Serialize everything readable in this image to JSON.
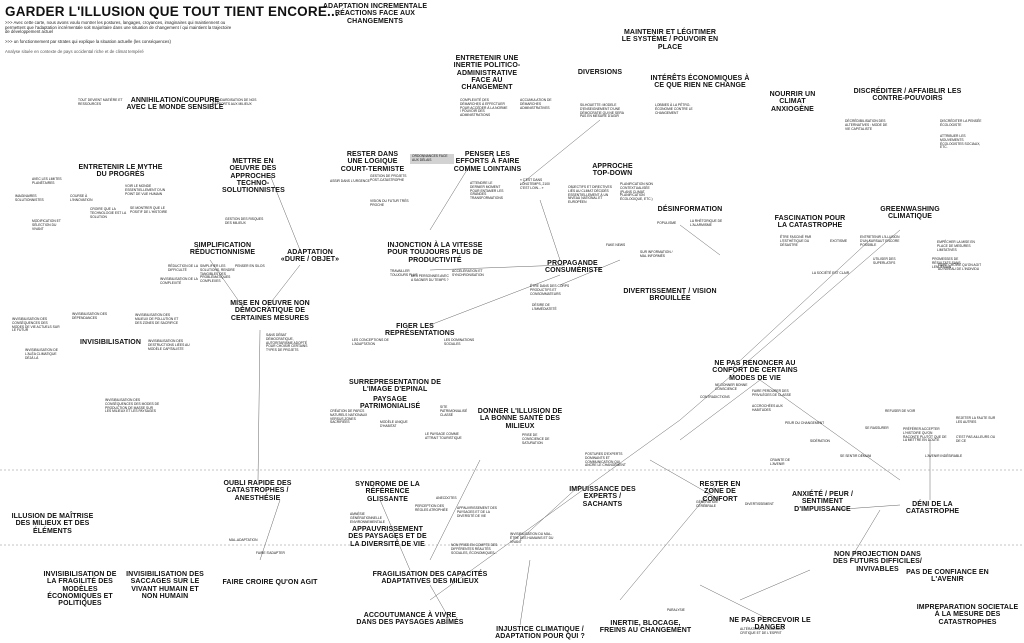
{
  "header": {
    "title": "GARDER L'ILLUSION QUE TOUT TIENT ENCORE...",
    "lines": [
      ">>> Avec cette carte, nous avons voulu montrer les postures, langages, croyances, imaginaires qui maintiennent ou permettent que l'adaptation incrémentale soit majoritaire dans une situation de changement / qui maintient la trajectoire de développement actuel",
      ">>> un fonctionnement par strates qui explique la situation actuelle (les conséquences)",
      "Analyse située en contexte de pays occidental riche et de climat tempéré"
    ]
  },
  "nodes": {
    "adaptation_incrementale": "ADAPTATION INCREMENTALE RÉACTIONS FACE AUX CHANGEMENTS",
    "annihilation": "ANNIHILATION/COUPURE AVEC LE MONDE SENSIBLE",
    "entretenir_inertie": "ENTRETENIR UNE INERTIE POLITICO-ADMINISTRATIVE FACE AU CHANGEMENT",
    "diversions": "DIVERSIONS",
    "maintenir_legitimer": "MAINTENIR ET LÉGITIMER LE SYSTÈME / POUVOIR EN PLACE",
    "interets_economiques": "INTÉRÊTS ÉCONOMIQUES À CE QUE RIEN NE CHANGE",
    "nourrir_climat": "NOURRIR UN CLIMAT ANXIOGÈNE",
    "discrediter": "DISCRÉDITER / AFFAIBLIR LES CONTRE-POUVOIRS",
    "entretenir_mythe": "ENTRETENIR LE MYTHE DU PROGRÈS",
    "mettre_en_oeuvre_techno": "METTRE EN OEUVRE DES APPROCHES TECHNO-SOLUTIONNISTES",
    "rester_court_terme": "RESTER DANS UNE LOGIQUE COURT-TERMISTE",
    "penser_efforts": "PENSER LES EFFORTS À FAIRE COMME LOINTAINS",
    "approche_top_down": "APPROCHE TOP-DOWN",
    "fascination": "FASCINATION POUR LA CATASTROPHE",
    "greenwashing": "GREENWASHING CLIMATIQUE",
    "desinformation": "DÉSINFORMATION",
    "simplification": "SIMPLIFICATION RÉDUCTIONNISME",
    "adaptation_dure": "ADAPTATION «DURE / OBJET»",
    "injonction_vitesse": "INJONCTION À LA VITESSE POUR TOUJOURS PLUS DE PRODUCTIVITÉ",
    "propagande": "PROPAGANDE CONSUMÉRISTE",
    "divertissement": "DIVERTISSEMENT / VISION BROUILLÉE",
    "mise_en_oeuvre_non_democratique": "MISE EN OEUVRE NON DÉMOCRATIQUE DE CERTAINES MESURES",
    "invisibilisation": "INVISIBILISATION",
    "figer": "FIGER LES REPRÉSENTATIONS",
    "ne_pas_renoncer": "NE PAS RENONCER AU CONFORT DE CERTAINS MODES DE VIE",
    "surrepresentation": "SURREPRESENTATION DE L'IMAGE D'EPINAL",
    "paysage_patrimonialise": "PAYSAGE PATRIMONIALISÉ",
    "donner_illusion": "DONNER L'ILLUSION DE LA BONNE SANTÉ DES MILIEUX",
    "oubli_rapide": "OUBLI RAPIDE DES CATASTROPHES / ANESTHÉSIE",
    "syndrome": "SYNDROME DE LA RÉFÉRENCE GLISSANTE",
    "impuissance": "IMPUISSANCE DES EXPERTS / SACHANTS",
    "rester_zone_confort": "RESTER EN ZONE DE CONFORT",
    "anxiete": "ANXIÉTÉ / PEUR / SENTIMENT D'IMPUISSANCE",
    "deni": "DÉNI DE LA CATASTROPHE",
    "illusion_maitrise": "ILLUSION DE MAÎTRISE DES MILIEUX ET DES ÉLÉMENTS",
    "appauvrissement": "APPAUVRISSEMENT DES PAYSAGES ET DE LA DIVERSITÉ DE VIE",
    "non_projection": "NON PROJECTION DANS DES FUTURS DIFFICILES/ INVIVABLES",
    "pas_confiance": "PAS DE CONFIANCE EN L'AVENIR",
    "invisibilisation_fragilite": "INVISIBILISATION DE LA FRAGILITÉ DES MODÈLES ÉCONOMIQUES ET POLITIQUES",
    "invisibilisation_saccages": "INVISIBILISATION DES SACCAGES SUR LE VIVANT HUMAIN ET NON HUMAIN",
    "faire_croire": "FAIRE CROIRE QU'ON AGIT",
    "fragilisation": "FRAGILISATION DES CAPACITÉS ADAPTATIVES DES MILIEUX",
    "accoutumance": "ACCOUTUMANCE À VIVRE DANS DES PAYSAGES ABÎMÉS",
    "injustice": "INJUSTICE CLIMATIQUE / ADAPTATION POUR QUI ?",
    "inertie_blocage": "INERTIE, BLOCAGE, FREINS AU CHANGEMENT",
    "ne_pas_percevoir": "NE PAS PERCEVOIR LE DANGER",
    "impreparation": "IMPREPARATION SOCIETALE À LA MESURE DES CATASTROPHES"
  },
  "notes": {
    "tout_devient_matiere": "TOUT DEVIENT MATIÈRE ET RESSOURCES",
    "standardisation": "STANDARDISATION DE NOS RAPPORTS AUX MILIEUX",
    "complexite_demarches": "COMPLEXITÉ DES DÉMARCHES À EFFECTUER POUR ACCÉDER À LA NORME / POUVOIR DES ADMINISTRATIONS",
    "accumulation": "ACCUMULATION DE DÉMARCHES ADMINISTRATIVES",
    "silhouette": "SILHOUETTE: MODELE D'ENSEIGNEMENT D'UNE DÉMOCRATIE QUI NE SERA PAS EN MESURE D'AGIR",
    "lobbies": "LOBBIES À LA PÉTRO-ÉCONOMIE CONTRE LE CHANGEMENT",
    "decredibilisation": "DÉCRÉDIBILISATION DES ALTERNATIVES : MODE DE VIE CAPITALISTE",
    "discrediter_pensee": "DISCRÉDITER LA PENSÉE ÉCOLOGISTE",
    "attribuer": "ATTRIBUER LES MOUVEMENTS ÉCOLOGISTES SOCIAUX, ETC.",
    "limites_planetaires": "AVEC LES LIMITES PLANÉTAIRES",
    "imaginaires": "IMAGINAIRES SOLUTIONNISTES",
    "courses_innovation": "COURSE À L'INNOVATION",
    "vision_monde": "VOIR LE MONDE ESSENTIELLEMENT D'UN POINT DE VUE HUMAIN",
    "modification": "MODIFICATION ET SÉLECTION DU VIVANT",
    "croire_technologie": "CROIRE QUE LA TECHNOLOGIE EST LA SOLUTION",
    "se_montrer": "SE MONTRER QUE LE POSITIF DE L'HISTOIRE",
    "gestion_risques": "GESTION DES RISQUES DES MILIEUX",
    "mesures_urgence": "ASSIR DANS L'URGENCE",
    "gestion_projets": "GESTION DE PROJETS POST-CATASTROPHE",
    "vision_futur": "VISION DU FUTUR TRÈS PROCHE",
    "ordonnances": "ORDONNANCES FACE AUX DÉLAIS",
    "attendre": "ATTENDRE LE DERNIER MOMENT POUR ENTAMER LES GRANDES TRANSFORMATIONS",
    "cest_dans": "« C'EST DANS LONGTEMPS, 2100 C'EST LOIN... »",
    "objectifs": "OBJECTIFS ET DIRECTIVES LIÉS AU CLIMAT DÉCIDÉS ESSENTIELLEMENT À UN NIVEAU NATIONAL ET EUROPÉEN",
    "planification": "PLANIFICATION NON CONTEXTUALISÉE (PLANS CLIMAT, PLANIFICATION ÉCOLOGIQUE, ETC.)",
    "entretenir_illusion": "ENTRETENIR L'ILLUSION D'UN SURSAUT ENCORE POSSIBLE",
    "empecher": "EMPÊCHER LA MISE EN PLACE DE MESURES LIMITATIVES",
    "faire_croire_quon": "FAIRE CROIRE QU'ON AGIT AU NIVEAU DE L'INDIVIDU",
    "populisme": "POPULISME",
    "rhetorique": "LA RHÉTORIQUE DE L'ALARMISME",
    "fake_news": "FAKE NEWS",
    "sur_information": "SUR INFORMATION / MAL INFORMÉS",
    "etre_fascine": "ÊTRE FASCINÉ PAR L'ESTHÉTIQUE DU DÉSASTRE",
    "exotisme": "EXOTISME",
    "utiliser_superlatifs": "UTILISER DES SUPERLATIFS",
    "promesses": "PROMESSES DE RÉSULTATS SANS LENDEMAIN",
    "reduction_difficulte": "RÉDUCTION DE LA DIFFICULTÉ",
    "simplifier_solutions": "SIMPLIFIER LES SOLUTIONS, RENDRE TANGIBLES DES PROBLÉMATIQUES COMPLEXES",
    "penser_silos": "PENSER EN SILOS",
    "invisibilisation_complexite": "INVISIBILISATION DE LA COMPLEXITÉ",
    "travailler": "TRAVAILLER TOUJOURS PLUS",
    "des_personnes": "DES PERSONNES AVEC A SAGNER DU TEMPS ?",
    "acceleration": "ACCÉLÉRATION ET SYNCHRONISATION",
    "etre_dans": "ÊTRE DANS DES CORPS PRODUCTIFS ET CONSOMMATEURS",
    "desire": "DÉSIRE DE L'IMMÉDIATETÉ",
    "invisibilisation_consequences": "INVISIBILISATION DES CONSÉQUENCES DES MODES DE VIE ACTUELS SUR LE FUTUR",
    "invisibilisation_dependances": "INVISIBILISATION DES DÉPENDANCES",
    "invisibilisation_milieux": "INVISIBILISATION DES MILIEUX DE POLLUTION ET DES ZONES DE SACRIFICE",
    "invisibilisation_destructions": "INVISIBILISATION DES DESTRUCTIONS LIÉES AU MODÈLE CAPITALISTE",
    "invisibilisation_alea": "INVISIBILISATION DE L'ALÉA CLIMATIQUE DÉJÀ LÀ",
    "sans_debat": "SANS DÉBAT DÉMOCRATIQUE, AUTORITARISME ADOPTÉ POUR CHOISIR CERTAINS TYPES DE PROJETS",
    "les_conceptions": "LES CONCEPTIONS DE L'ADAPTATION",
    "les_dominations": "LES DOMINATIONS SOCIALES",
    "invisibilisation_consequences_production": "INVISIBILISATION DES CONSÉQUENCES DES MODES DE PRODUCTION DE MASSE SUR LES MILIEUX ET LES PAYSAGES",
    "creation_parcs": "CRÉATION DE PARCS NATURELS NATIONAUX VERSUS ZONES SACRIFIÉES",
    "site_patrimonial": "SITE PATRIMONIALISÉ CLASSÉ",
    "modele_unique": "MODÈLE UNIQUE D'HABITAT",
    "paysage_comme": "LE PAYSAGE COMME ATTRAIT TOURISTIQUE",
    "prise_conscience": "PRISE DE CONSCIENCE DE SATURATION",
    "ne_donner_conscience": "NE DONNER BONNE CONSCIENCE",
    "contradictions": "CONTRADICTIONS",
    "faire_perdurer": "FAIRE PERDURER DES PRIVILÈGES DE CLASSE",
    "accrochees": "ACCROCHÉES AUX HABITUDES",
    "refuse_de_voir": "REFUSER DE VOIR",
    "peur_changement": "PEUR DU CHANGEMENT",
    "se_rassurer": "SE RASSURER",
    "preferer_accepter": "PRÉFÉRER ACCEPTER L'HISTOIRE QU'ON RACONTE PLUTÔT QUE DE LA METTRE EN DOUTE",
    "rejeter_faute": "REJETER LA FAUTE SUR LES AUTRES",
    "cest_pas_ailleurs": "C'EST PAS AILLEURS OU DE CE",
    "sidération": "SIDÉRATION",
    "se_sentir_demuni": "SE SENTIR DÉMUNI",
    "crainte_avenir": "CRAINTE DE L'AVENIR",
    "lavenir_indesirable": "L'AVENIR INDÉSIRABLE",
    "postures_d": "POSTURES D'EXPERTS DOMINANTS ET COMMUNICATION QUI ANCRE LE CHANGEMENT",
    "generation": "GÉNÉRATION CÉRÉBRALE",
    "divertissement_note": "DIVERTISSEMENT",
    "amnesie": "AMNÉSIE GÉNÉRATIONNELLE ENVIRONNEMENTALE",
    "anecdotes": "ANECDOTES",
    "perception_regles": "PERCEPTION DES RÈGLES ATROPHIÉE",
    "appauvrissement_paysages": "APPAUVRISSEMENT DES PAYSAGES ET DE LA DIVERSITÉ DE VIE",
    "mal_adaptation": "MAL-ADAPTATION",
    "faire_adapter": "FAIRE S'ADAPTER",
    "non_prise": "NON PRISE EN COMPTE DES DIFFÉRENTES RÉALITÉS SOCIALES, ÉCONOMIQUES...",
    "invisibilisation_mal_etre": "INVISIBILISATION DU MAL-ÊTRE DES HUMAINS ET DU VIVANT",
    "paralysie": "PARALYSIE",
    "alteration": "ALTÉRATION DU JUGEMENT CRITIQUE ET DE L'ESPRIT",
    "la_societe": "LA SOCIÉTÉ EST CLAIR"
  }
}
